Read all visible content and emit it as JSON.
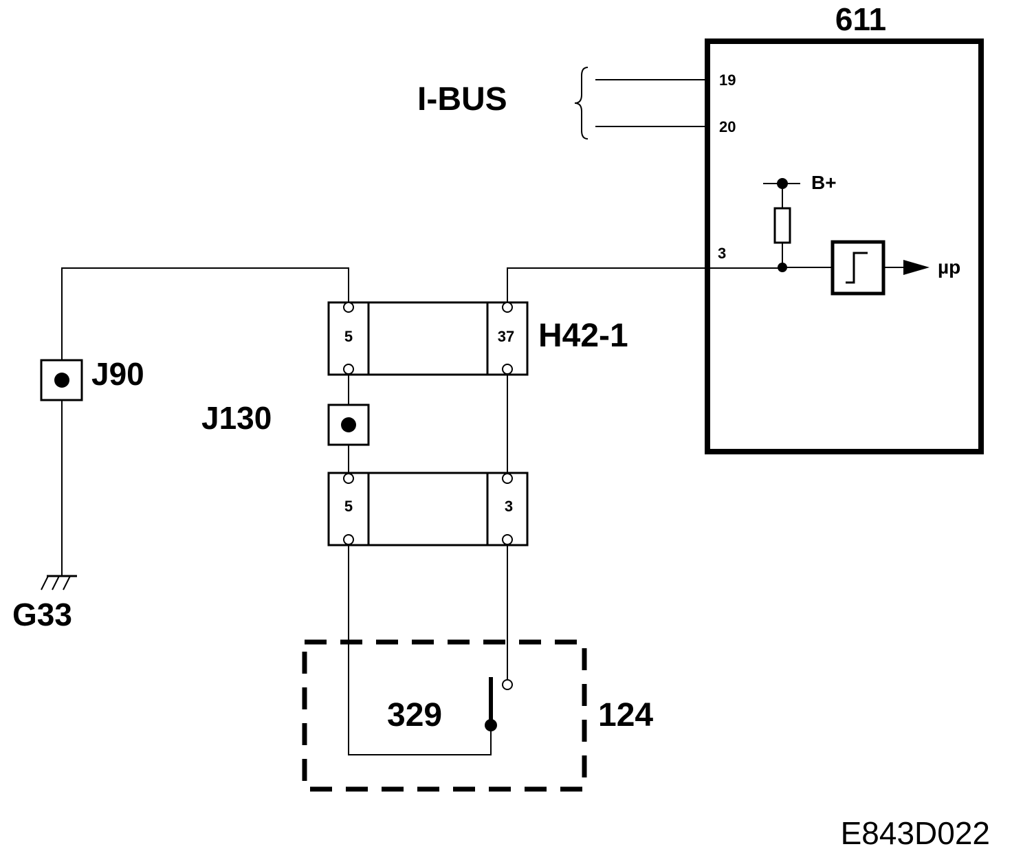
{
  "ecu": {
    "id": "611",
    "pin_19": "19",
    "pin_20": "20",
    "pin_3": "3",
    "supply": "B+",
    "output": "µp"
  },
  "bus": {
    "label": "I-BUS"
  },
  "connector_upper": {
    "id": "H42-1",
    "pin_left": "5",
    "pin_right": "37"
  },
  "connector_lower": {
    "pin_left": "5",
    "pin_right": "3"
  },
  "splices": {
    "j90": "J90",
    "j130": "J130"
  },
  "ground": {
    "id": "G33"
  },
  "switch": {
    "id": "329",
    "housing": "124"
  },
  "figure_code": "E843D022"
}
